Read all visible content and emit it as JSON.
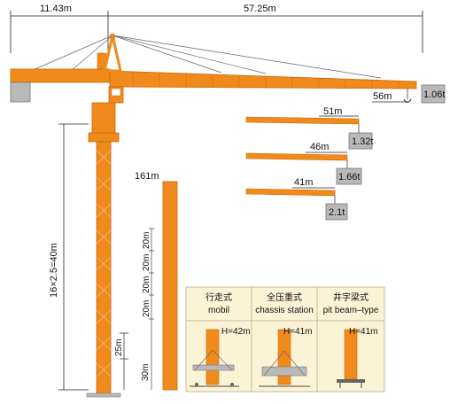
{
  "colors": {
    "crane": "#f08a1c",
    "crane_dark": "#c86a08",
    "weight_box": "#b9b9b9",
    "table_bg": "#fbf3d6",
    "table_line": "#b7a98a"
  },
  "top_dims": {
    "counter_jib": "11.43m",
    "jib": "57.25m"
  },
  "tower": {
    "height_label": "16×2.5=40m",
    "section_25": "25m",
    "section_30": "30m"
  },
  "mast_stack": {
    "total": "161m",
    "segments": [
      "20m",
      "20m",
      "20m",
      "20m"
    ]
  },
  "loads": [
    {
      "radius": "56m",
      "weight": "1.06t"
    },
    {
      "radius": "51m",
      "weight": "1.32t"
    },
    {
      "radius": "46m",
      "weight": "1.66t"
    },
    {
      "radius": "41m",
      "weight": "2.1t"
    }
  ],
  "bases": [
    {
      "title_cn": "行走式",
      "title_en": "mobil",
      "height": "H=42m"
    },
    {
      "title_cn": "全压重式",
      "title_en": "chassis station",
      "height": "H=41m"
    },
    {
      "title_cn": "井字梁式",
      "title_en": "pit beam–type",
      "height": "H=41m"
    }
  ]
}
